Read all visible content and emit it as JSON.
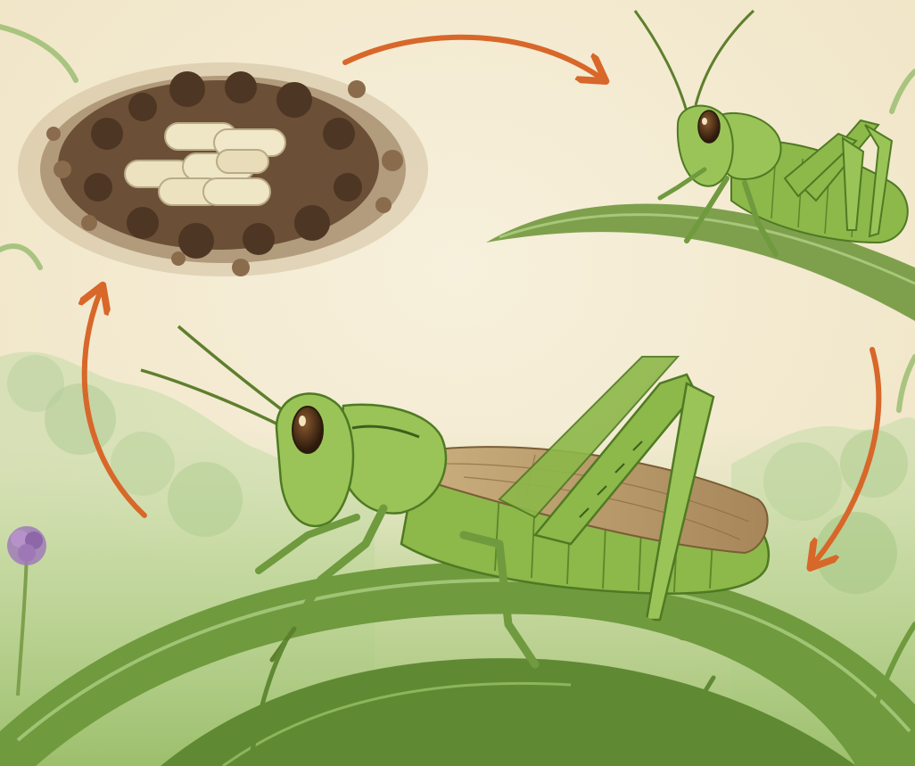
{
  "diagram": {
    "type": "life-cycle",
    "stages": [
      {
        "id": "eggs",
        "icon": "egg-pod-in-soil-icon"
      },
      {
        "id": "nymph",
        "icon": "grasshopper-nymph-icon"
      },
      {
        "id": "adult",
        "icon": "adult-grasshopper-icon"
      }
    ],
    "cycle_order": [
      "eggs",
      "nymph",
      "adult",
      "eggs"
    ],
    "colors": {
      "paper": "#f4ecd6",
      "arrow": "#d8672a",
      "grasshopper": "#8db84a",
      "grasshopper_dark": "#4f7a23",
      "wing": "#b89a6a",
      "soil": "#6b4f36",
      "egg": "#efe6c6",
      "grass": "#6f9a3e"
    }
  }
}
